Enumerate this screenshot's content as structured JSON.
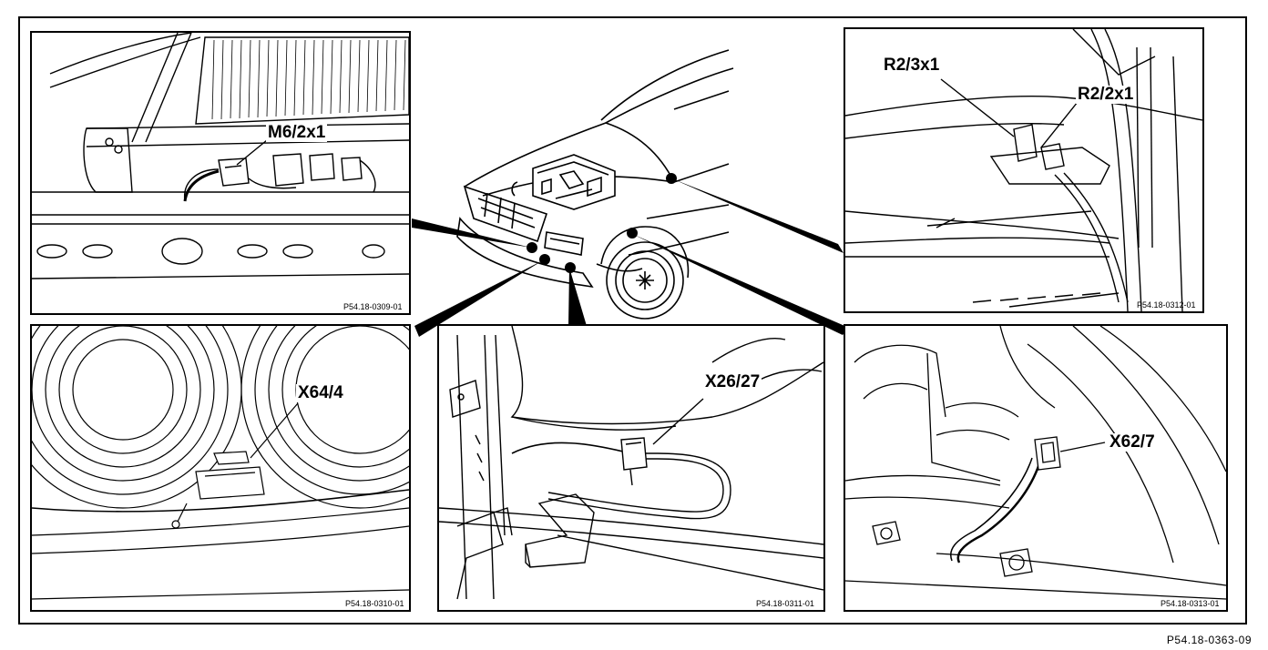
{
  "figure_number": "P54.18-0363-09",
  "panels": {
    "m6": {
      "label": "M6/2x1",
      "ref": "P54.18-0309-01"
    },
    "r2": {
      "label_a": "R2/3x1",
      "label_b": "R2/2x1",
      "ref": "P54.18-0312-01"
    },
    "x64": {
      "label": "X64/4",
      "ref": "P54.18-0310-01"
    },
    "x26": {
      "label": "X26/27",
      "ref": "P54.18-0311-01"
    },
    "x62": {
      "label": "X62/7",
      "ref": "P54.18-0313-01"
    }
  }
}
